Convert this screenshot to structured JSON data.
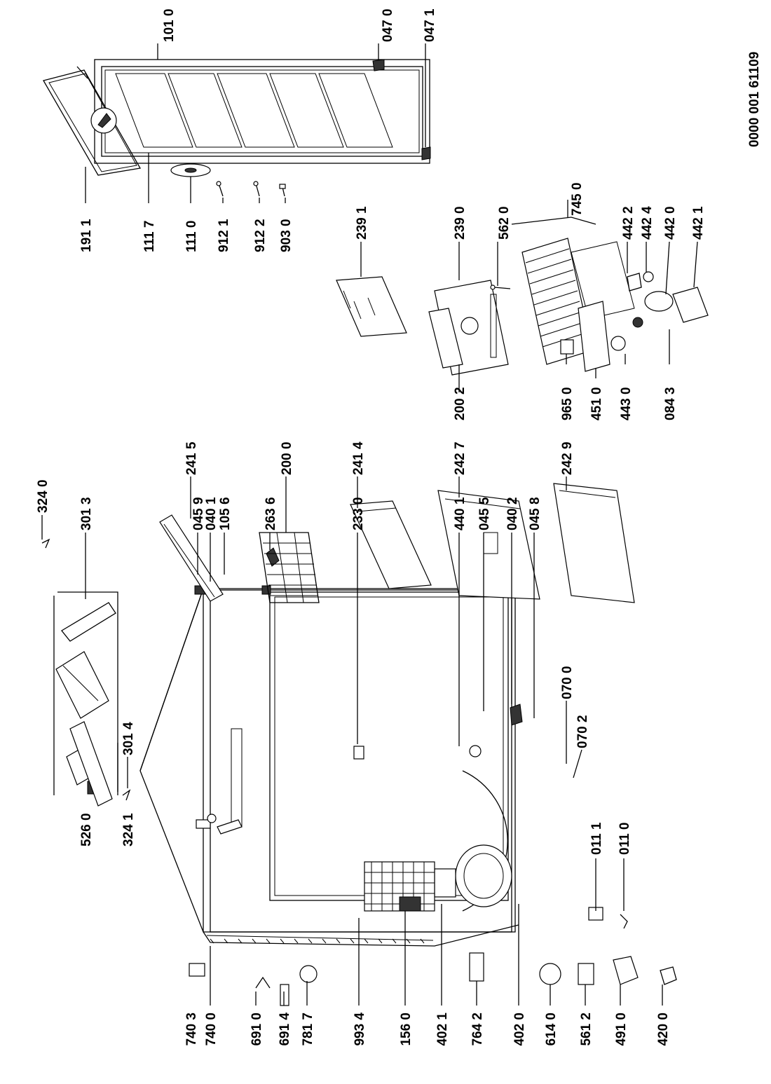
{
  "document_id": "0000 001 61109",
  "labels": [
    {
      "id": "p1010",
      "text": "101 0"
    },
    {
      "id": "p0470",
      "text": "047 0"
    },
    {
      "id": "p0471",
      "text": "047 1"
    },
    {
      "id": "p1911",
      "text": "191 1"
    },
    {
      "id": "p1117",
      "text": "111 7"
    },
    {
      "id": "p1110",
      "text": "111 0"
    },
    {
      "id": "p9121",
      "text": "912 1"
    },
    {
      "id": "p9122",
      "text": "912 2"
    },
    {
      "id": "p9030",
      "text": "903 0"
    },
    {
      "id": "p7450",
      "text": "745 0"
    },
    {
      "id": "p2391",
      "text": "239 1"
    },
    {
      "id": "p2390",
      "text": "239 0"
    },
    {
      "id": "p5620",
      "text": "562 0"
    },
    {
      "id": "p4422",
      "text": "442 2"
    },
    {
      "id": "p4424",
      "text": "442 4"
    },
    {
      "id": "p4420",
      "text": "442 0"
    },
    {
      "id": "p4421",
      "text": "442 1"
    },
    {
      "id": "p2002",
      "text": "200 2"
    },
    {
      "id": "p9650",
      "text": "965 0"
    },
    {
      "id": "p4510",
      "text": "451 0"
    },
    {
      "id": "p4430",
      "text": "443 0"
    },
    {
      "id": "p0843",
      "text": "084 3"
    },
    {
      "id": "p2415",
      "text": "241 5"
    },
    {
      "id": "p2000",
      "text": "200 0"
    },
    {
      "id": "p2414",
      "text": "241 4"
    },
    {
      "id": "p2427",
      "text": "242 7"
    },
    {
      "id": "p2429",
      "text": "242 9"
    },
    {
      "id": "p3240",
      "text": "324 0"
    },
    {
      "id": "p3013",
      "text": "301 3"
    },
    {
      "id": "p3014",
      "text": "301 4"
    },
    {
      "id": "p3241",
      "text": "324 1"
    },
    {
      "id": "p5260",
      "text": "526 0"
    },
    {
      "id": "p0459",
      "text": "045 9"
    },
    {
      "id": "p0401",
      "text": "040 1"
    },
    {
      "id": "p1056",
      "text": "105 6"
    },
    {
      "id": "p2636",
      "text": "263 6"
    },
    {
      "id": "p2330",
      "text": "233 0"
    },
    {
      "id": "p4401",
      "text": "440 1"
    },
    {
      "id": "p0455",
      "text": "045 5"
    },
    {
      "id": "p0402",
      "text": "040 2"
    },
    {
      "id": "p0458",
      "text": "045 8"
    },
    {
      "id": "p0700",
      "text": "070 0"
    },
    {
      "id": "p0702",
      "text": "070 2"
    },
    {
      "id": "p0111",
      "text": "011 1"
    },
    {
      "id": "p0110",
      "text": "011 0"
    },
    {
      "id": "p7403",
      "text": "740 3"
    },
    {
      "id": "p7400",
      "text": "740 0"
    },
    {
      "id": "p6910",
      "text": "691 0"
    },
    {
      "id": "p6914",
      "text": "691 4"
    },
    {
      "id": "p7817",
      "text": "781 7"
    },
    {
      "id": "p9934",
      "text": "993 4"
    },
    {
      "id": "p1560",
      "text": "156 0"
    },
    {
      "id": "p4021",
      "text": "402 1"
    },
    {
      "id": "p7642",
      "text": "764 2"
    },
    {
      "id": "p4020",
      "text": "402 0"
    },
    {
      "id": "p6140",
      "text": "614 0"
    },
    {
      "id": "p5612",
      "text": "561 2"
    },
    {
      "id": "p4910",
      "text": "491 0"
    },
    {
      "id": "p4200",
      "text": "420 0"
    }
  ]
}
